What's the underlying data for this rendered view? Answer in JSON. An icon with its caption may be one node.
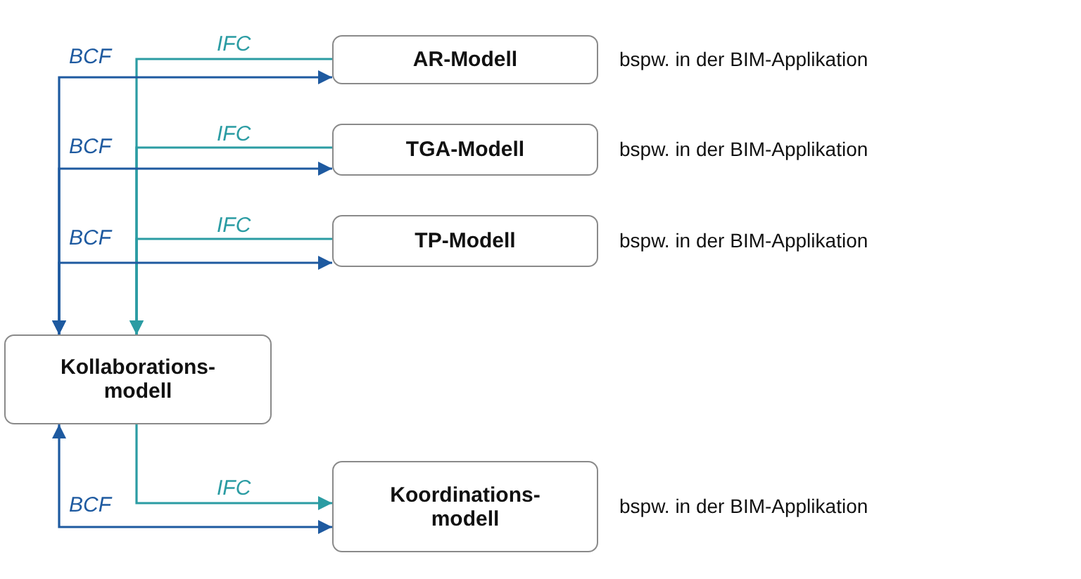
{
  "diagram": {
    "nodes": [
      {
        "text": [
          "AR-Modell"
        ],
        "beside": [
          "bspw. in der BIM-Applikation"
        ]
      },
      {
        "text": [
          "TGA-Modell"
        ],
        "beside": [
          "bspw. in der BIM-Applikation"
        ]
      },
      {
        "text": [
          "TP-Modell"
        ],
        "beside": [
          "bspw. in der BIM-Applikation"
        ]
      },
      {
        "text": [
          "Kollaborations- modell"
        ]
      },
      {
        "text": [
          "Koordinations- modell"
        ],
        "beside": [
          "bspw. in der BIM-Applikation"
        ]
      }
    ],
    "edges": [
      {
        "from": 0,
        "to": 3,
        "arrow": "to",
        "label": "IFC",
        "color": "#2b9ca3"
      },
      {
        "from": 3,
        "to": 0,
        "arrow": "both",
        "label": "BCF"
      },
      {
        "from": 1,
        "to": 3,
        "arrow": "to",
        "label": "IFC",
        "color": "#2b9ca3"
      },
      {
        "from": 3,
        "to": 1,
        "arrow": "both",
        "label": "BCF"
      },
      {
        "from": 2,
        "to": 3,
        "arrow": "to",
        "label": "IFC",
        "color": "#2b9ca3"
      },
      {
        "from": 3,
        "to": 2,
        "arrow": "both",
        "label": "BCF"
      },
      {
        "from": 3,
        "to": 4,
        "arrow": "to",
        "label": "IFC",
        "color": "#2b9ca3"
      },
      {
        "from": 3,
        "to": 4,
        "arrow": "both",
        "label": "BCF"
      }
    ]
  }
}
